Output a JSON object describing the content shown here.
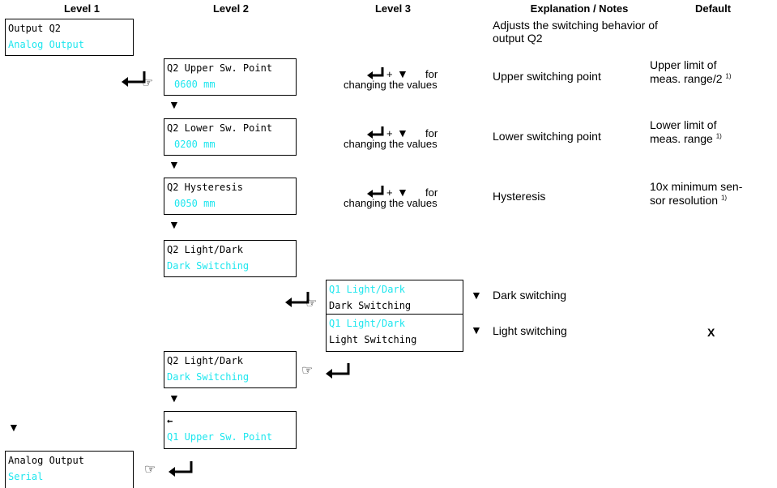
{
  "headers": {
    "level1": "Level 1",
    "level2": "Level 2",
    "level3": "Level 3",
    "notes": "Explanation / Notes",
    "default": "Default"
  },
  "boxes": {
    "output_q2": {
      "line1": "Output Q2",
      "line2": "Analog Output"
    },
    "upper": {
      "line1": "Q2 Upper Sw. Point",
      "line2": "0600 mm"
    },
    "lower": {
      "line1": "Q2 Lower Sw. Point",
      "line2": "0200 mm"
    },
    "hysteresis": {
      "line1": "Q2 Hysteresis",
      "line2": "0050 mm"
    },
    "light_dark": {
      "line1": "Q2 Light/Dark",
      "line2": "Dark Switching"
    },
    "q1_dark": {
      "line1": "Q1 Light/Dark",
      "line2": "Dark Switching"
    },
    "q1_light": {
      "line1": "Q1 Light/Dark",
      "line2": "Light Switching"
    },
    "light_dark_2": {
      "line1": "Q2 Light/Dark",
      "line2": "Dark Switching"
    },
    "q1_upper": {
      "line1": "←",
      "line2": "Q1 Upper Sw. Point"
    },
    "analog": {
      "line1": "Analog Output",
      "line2": "Serial"
    }
  },
  "level3": {
    "plus": "+",
    "for": "for",
    "changing": "changing the values"
  },
  "notes": {
    "adjusts": "Adjusts the switching behavior of output Q2",
    "upper": "Upper switching point",
    "lower": "Lower switching point",
    "hysteresis": "Hysteresis",
    "dark": "Dark switching",
    "light": "Light switching"
  },
  "defaults": {
    "upper_a": "Upper limit of",
    "upper_b": "meas. range/2",
    "lower_a": "Lower limit of",
    "lower_b": "meas. range",
    "hyst_a": "10x minimum sen-",
    "hyst_b": "sor resolution",
    "footnote": "1)",
    "light_x": "X"
  },
  "symbols": {
    "down_triangle": "▼",
    "hand": "☞"
  }
}
